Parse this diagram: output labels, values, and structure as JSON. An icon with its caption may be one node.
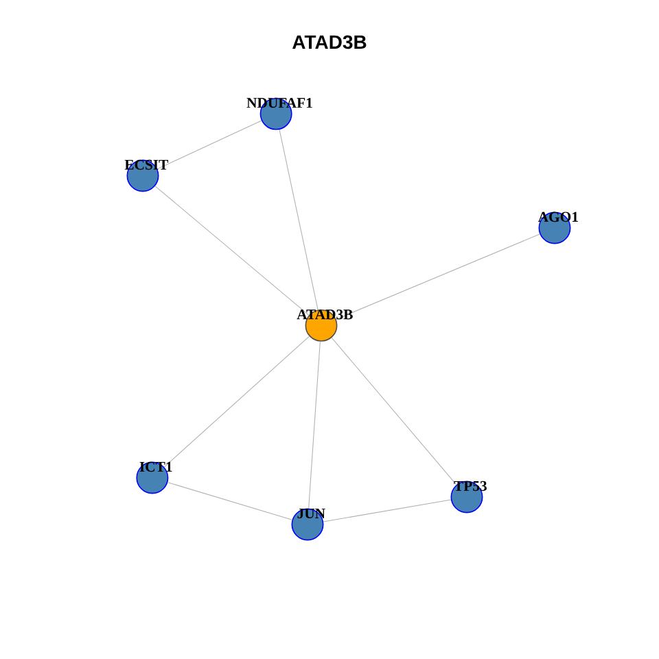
{
  "diagram": {
    "title": "ATAD3B",
    "nodes": [
      {
        "text": [
          "NDUFAF1"
        ]
      },
      {
        "text": [
          "ECSIT"
        ]
      },
      {
        "text": [
          "AGO1"
        ]
      },
      {
        "text": [
          "ATAD3B"
        ]
      },
      {
        "text": [
          "ICT1"
        ]
      },
      {
        "text": [
          "TP53"
        ]
      },
      {
        "text": [
          "JUN"
        ]
      }
    ],
    "edges": [
      {
        "from": 0,
        "to": 1,
        "arrow": "none"
      },
      {
        "from": 0,
        "to": 3,
        "arrow": "none"
      },
      {
        "from": 1,
        "to": 3,
        "arrow": "none"
      },
      {
        "from": 2,
        "to": 3,
        "arrow": "none"
      },
      {
        "from": 3,
        "to": 4,
        "arrow": "none"
      },
      {
        "from": 3,
        "to": 6,
        "arrow": "none"
      },
      {
        "from": 3,
        "to": 5,
        "arrow": "none"
      },
      {
        "from": 4,
        "to": 6,
        "arrow": "none"
      },
      {
        "from": 6,
        "to": 5,
        "arrow": "none"
      }
    ]
  }
}
